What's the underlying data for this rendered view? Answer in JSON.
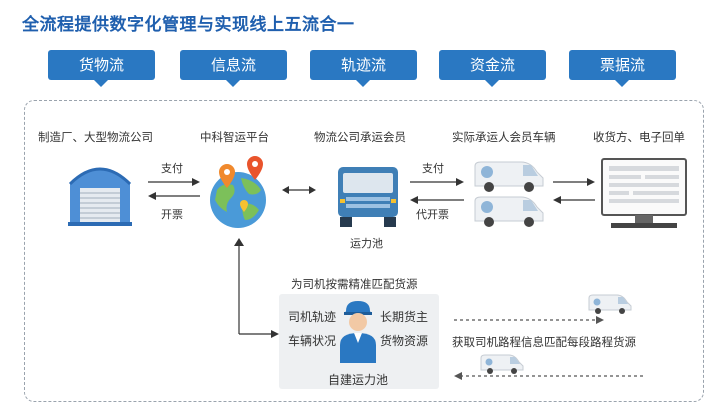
{
  "title": "全流程提供数字化管理与实现线上五流合一",
  "tabs": [
    {
      "label": "货物流"
    },
    {
      "label": "信息流"
    },
    {
      "label": "轨迹流"
    },
    {
      "label": "资金流"
    },
    {
      "label": "票据流"
    }
  ],
  "nodes": {
    "manufacturer": "制造厂、大型物流公司",
    "platform": "中科智运平台",
    "carrier_member": "物流公司承运会员",
    "actual_carrier": "实际承运人会员车辆",
    "receiver": "收货方、电子回单",
    "capacity_pool": "运力池"
  },
  "edges": {
    "pay_1": "支付",
    "invoice_1": "开票",
    "pay_2": "支付",
    "invoice_2": "代开票"
  },
  "bottom": {
    "caption": "为司机按需精准匹配货源",
    "left_1": "司机轨迹",
    "left_2": "车辆状况",
    "right_1": "长期货主",
    "right_2": "货物资源",
    "pool": "自建运力池",
    "route_match": "获取司机路程信息匹配每段路程货源"
  },
  "colors": {
    "accent": "#2a78c2",
    "title": "#1f5fae"
  }
}
